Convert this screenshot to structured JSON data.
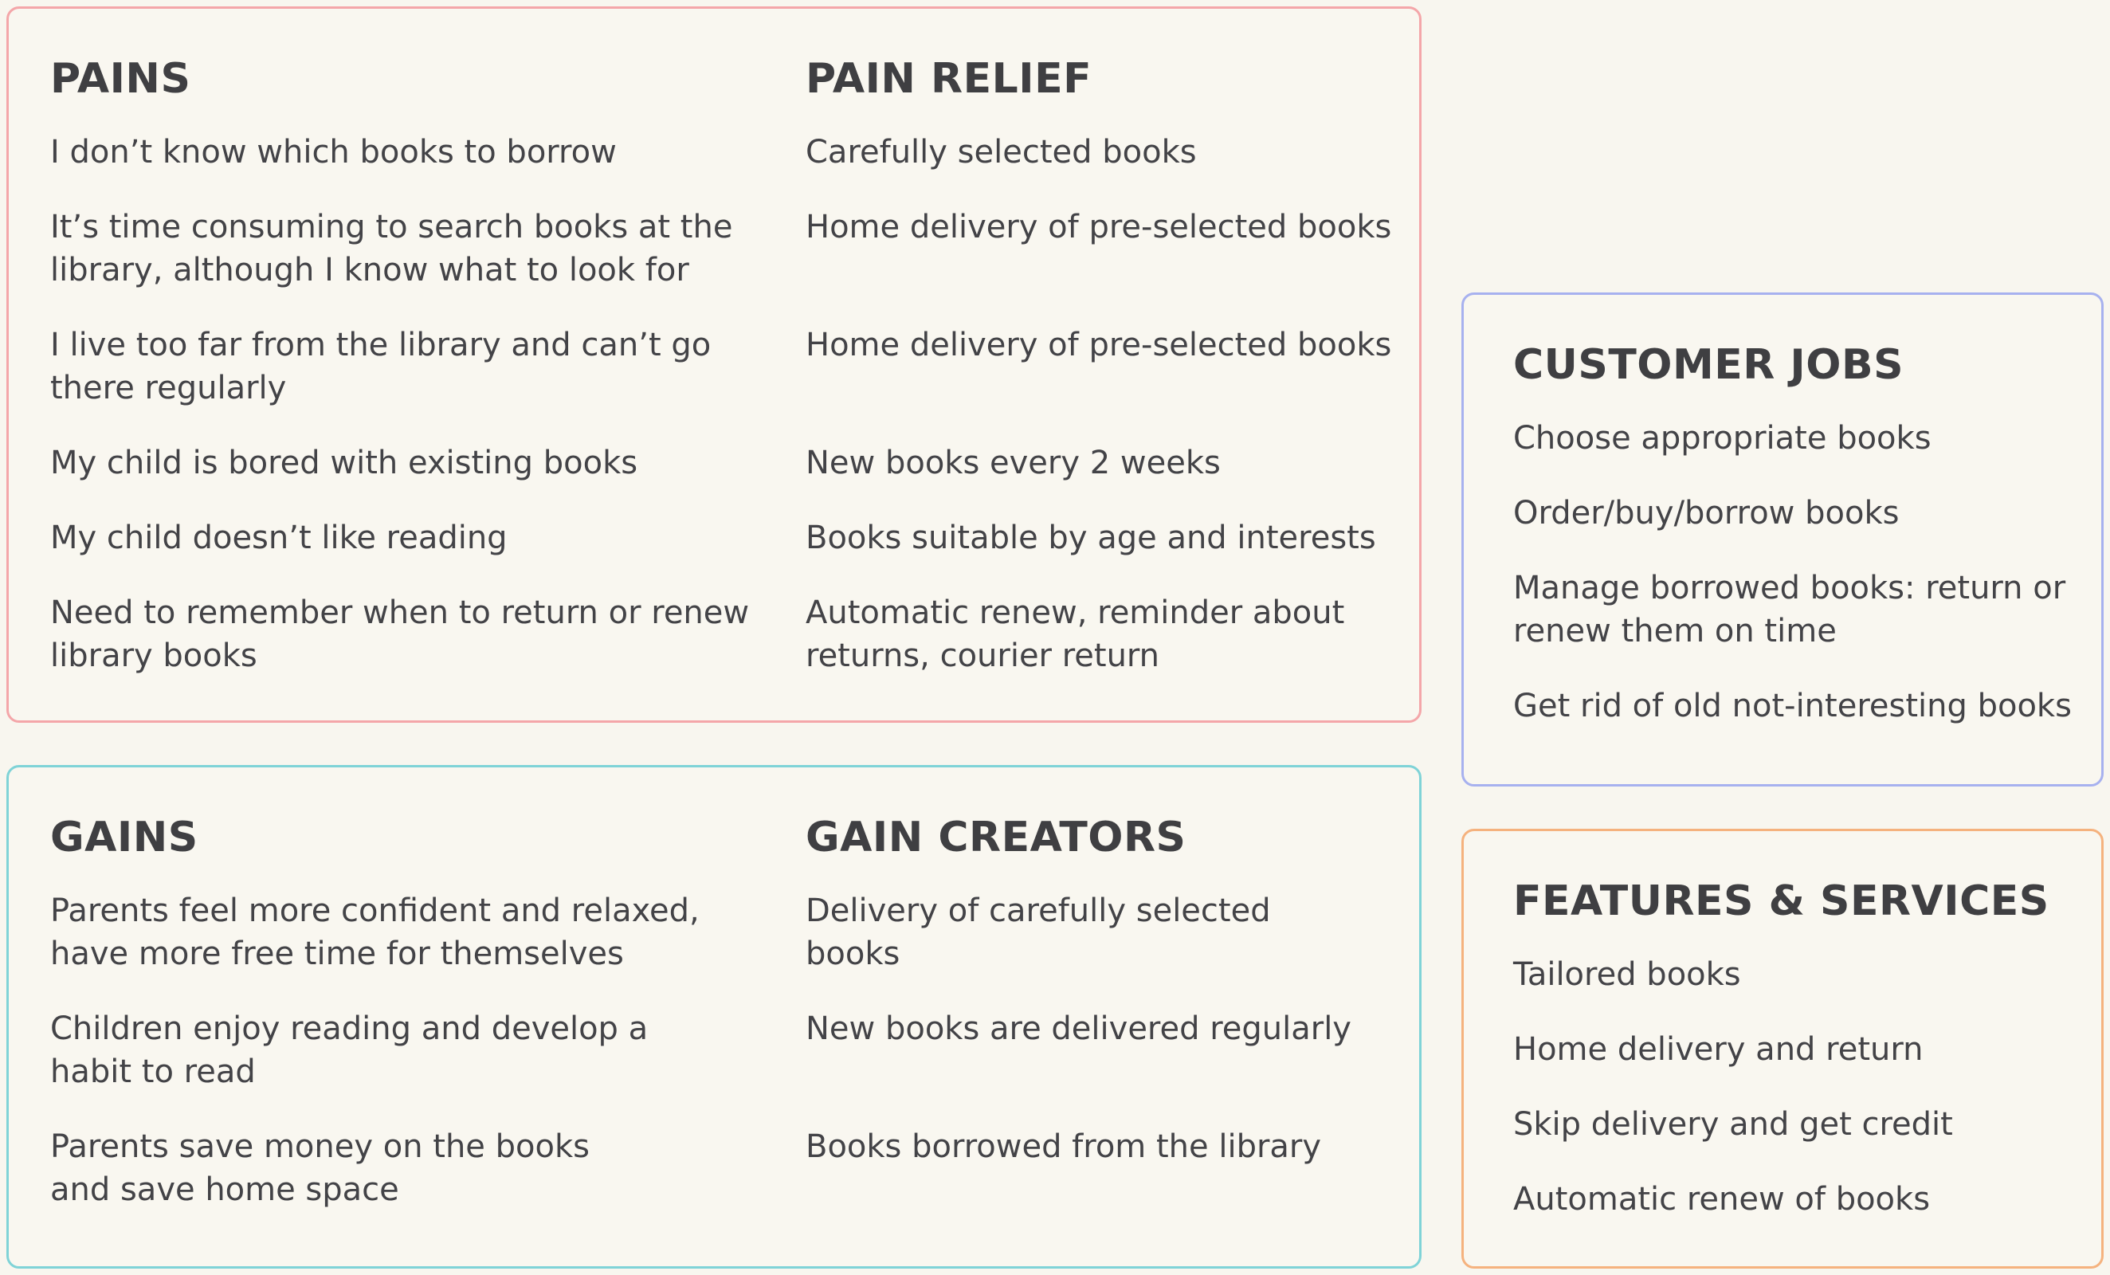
{
  "pains": {
    "title": "PAINS",
    "items": [
      "I don’t know which books to borrow",
      "It’s time consuming to search books at the library, although I know what to look for",
      "I live too far from the library and can’t go there regularly",
      "My child is bored with existing books",
      "My child doesn’t like reading",
      "Need to remember when to return or renew library books"
    ]
  },
  "pain_relief": {
    "title": "PAIN RELIEF",
    "items": [
      "Carefully selected books",
      "Home delivery of pre-selected books",
      "Home delivery of pre-selected books",
      "New books every 2 weeks",
      "Books suitable by age and interests",
      "Automatic renew, reminder about returns, courier return"
    ]
  },
  "gains": {
    "title": "GAINS",
    "items": [
      "Parents feel more confident and relaxed, have more free time for themselves",
      "Children enjoy reading and develop a habit to read",
      "Parents save money on the books and save home space"
    ]
  },
  "gain_creators": {
    "title": "GAIN CREATORS",
    "items": [
      "Delivery of carefully selected books",
      "New books are delivered regularly",
      "Books borrowed from the library"
    ]
  },
  "customer_jobs": {
    "title": "CUSTOMER JOBS",
    "items": [
      "Choose appropriate books",
      "Order/buy/borrow books",
      "Manage borrowed books: return or renew them on time",
      "Get rid of old not-interesting books"
    ]
  },
  "features_services": {
    "title": "FEATURES & SERVICES",
    "items": [
      "Tailored books",
      "Home delivery and return",
      "Skip delivery and get credit",
      "Automatic renew of books"
    ]
  },
  "colors": {
    "pains_border": "#f4a6a9",
    "gains_border": "#7fd3d7",
    "jobs_border": "#a7b1ef",
    "features_border": "#f5b27e",
    "background": "#f8f6ef",
    "text": "#3f3f42"
  }
}
